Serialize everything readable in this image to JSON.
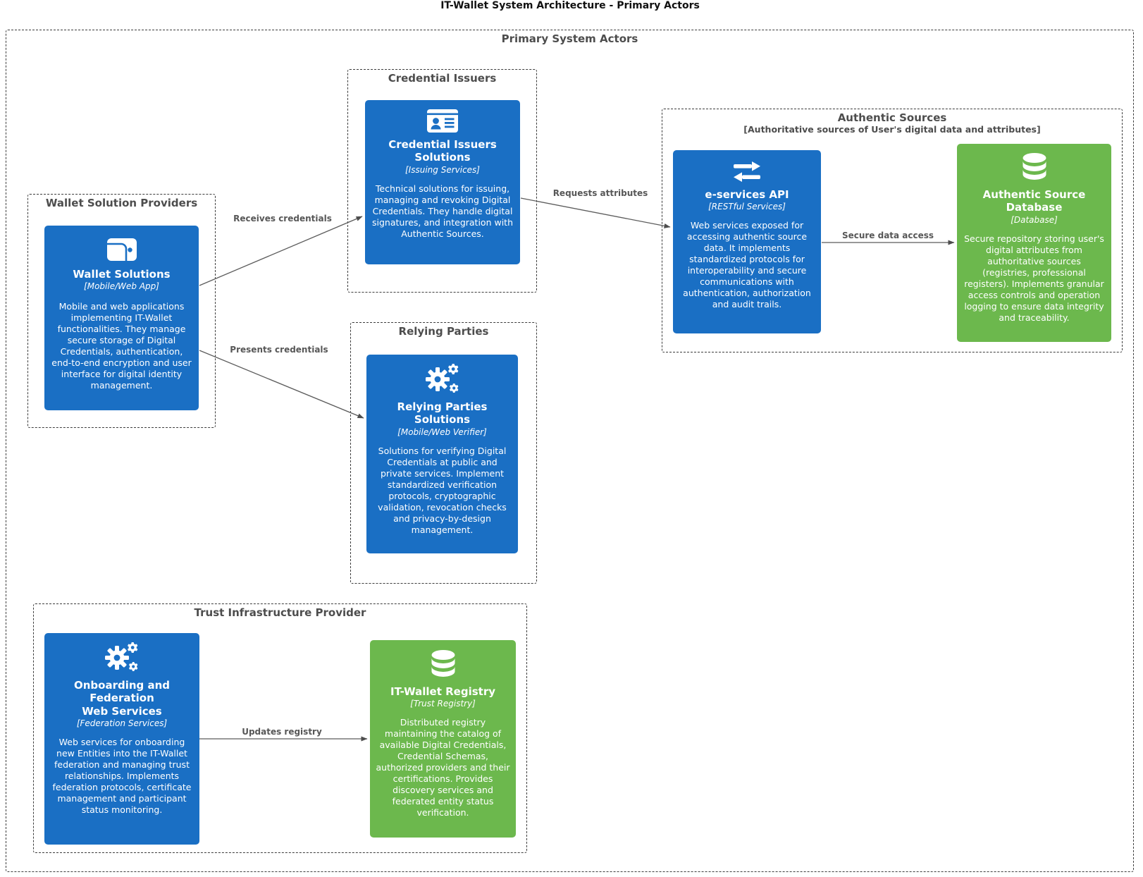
{
  "title": "IT-Wallet System Architecture - Primary Actors",
  "colors": {
    "node_blue": "#1A6FC4",
    "node_green": "#6CB84D",
    "boundary_border": "#3c3c3c",
    "boundary_label": "#4d4d4d",
    "edge_line": "#5c5c5c",
    "edge_label": "#575757"
  },
  "outer_boundary": {
    "label": "Primary System Actors"
  },
  "boundaries": {
    "wallet_providers": {
      "label": "Wallet Solution Providers"
    },
    "credential_issuers": {
      "label": "Credential Issuers"
    },
    "relying_parties": {
      "label": "Relying Parties"
    },
    "authentic_sources": {
      "label": "Authentic Sources",
      "sublabel": "[Authoritative sources of User's digital data and attributes]"
    },
    "trust_infrastructure": {
      "label": "Trust Infrastructure Provider"
    }
  },
  "nodes": {
    "wallet_solutions": {
      "icon": "wallet-icon",
      "title": "Wallet Solutions",
      "type": "[Mobile/Web App]",
      "description": "Mobile and web applications implementing IT-Wallet functionalities. They manage secure storage of Digital Credentials, authentication, end-to-end encryption and user interface for digital identity management."
    },
    "credential_issuers_solutions": {
      "icon": "id-card-icon",
      "title": "Credential Issuers\nSolutions",
      "type": "[Issuing Services]",
      "description": "Technical solutions for issuing, managing and revoking Digital Credentials. They handle digital signatures, and integration with Authentic Sources."
    },
    "relying_parties_solutions": {
      "icon": "gears-icon",
      "title": "Relying Parties\nSolutions",
      "type": "[Mobile/Web Verifier]",
      "description": "Solutions for verifying Digital Credentials at public and private services. Implement standardized verification protocols, cryptographic validation, revocation checks and privacy-by-design management."
    },
    "eservices_api": {
      "icon": "exchange-arrows-icon",
      "title": "e-services API",
      "type": "[RESTful Services]",
      "description": "Web services exposed for accessing authentic source data. It implements standardized protocols for interoperability and secure communications with authentication, authorization and audit trails."
    },
    "authentic_source_database": {
      "icon": "database-icon",
      "title": "Authentic Source\nDatabase",
      "type": "[Database]",
      "description": "Secure repository storing user's digital attributes from authoritative sources (registries, professional registers). Implements granular access controls and operation logging to ensure data integrity and traceability."
    },
    "onboarding_federation": {
      "icon": "gears-icon",
      "title": "Onboarding and\nFederation\nWeb Services",
      "type": "[Federation Services]",
      "description": "Web services for onboarding new Entities into the IT-Wallet federation and managing trust relationships. Implements federation protocols, certificate management and participant status monitoring."
    },
    "it_wallet_registry": {
      "icon": "database-icon",
      "title": "IT-Wallet Registry",
      "type": "[Trust Registry]",
      "description": "Distributed registry maintaining the catalog of available Digital Credentials, Credential Schemas, authorized providers and their certifications. Provides discovery services and federated entity status verification."
    }
  },
  "edges": {
    "receives_credentials": {
      "label": "Receives credentials"
    },
    "presents_credentials": {
      "label": "Presents credentials"
    },
    "requests_attributes": {
      "label": "Requests attributes"
    },
    "secure_data_access": {
      "label": "Secure data access"
    },
    "updates_registry": {
      "label": "Updates registry"
    }
  }
}
